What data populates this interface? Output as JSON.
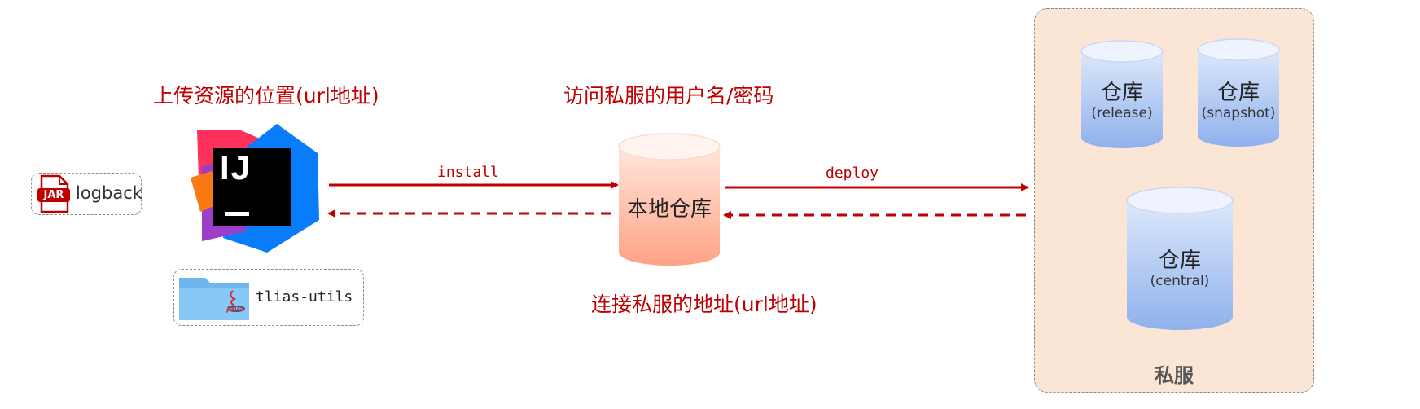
{
  "labels": {
    "upload_location": "上传资源的位置(url地址)",
    "credentials": "访问私服的用户名/密码",
    "connect_address": "连接私服的地址(url地址)"
  },
  "arrows": {
    "install": "install",
    "deploy": "deploy"
  },
  "jar_item": {
    "badge": "JAR",
    "name": "logback"
  },
  "project_item": {
    "name": "tlias-utils",
    "java_badge": "Java"
  },
  "ide_logo": {
    "text": "IJ"
  },
  "local_repo": {
    "label": "本地仓库"
  },
  "private_server": {
    "title": "私服",
    "repos": [
      {
        "name": "仓库",
        "sub": "(release)"
      },
      {
        "name": "仓库",
        "sub": "(snapshot)"
      },
      {
        "name": "仓库",
        "sub": "(central)"
      }
    ]
  },
  "colors": {
    "accent_red": "#c00000",
    "panel_bg": "#fbe6d6",
    "repo_blue": "#8fb1ec",
    "local_repo_orange": "#ffa98a"
  }
}
